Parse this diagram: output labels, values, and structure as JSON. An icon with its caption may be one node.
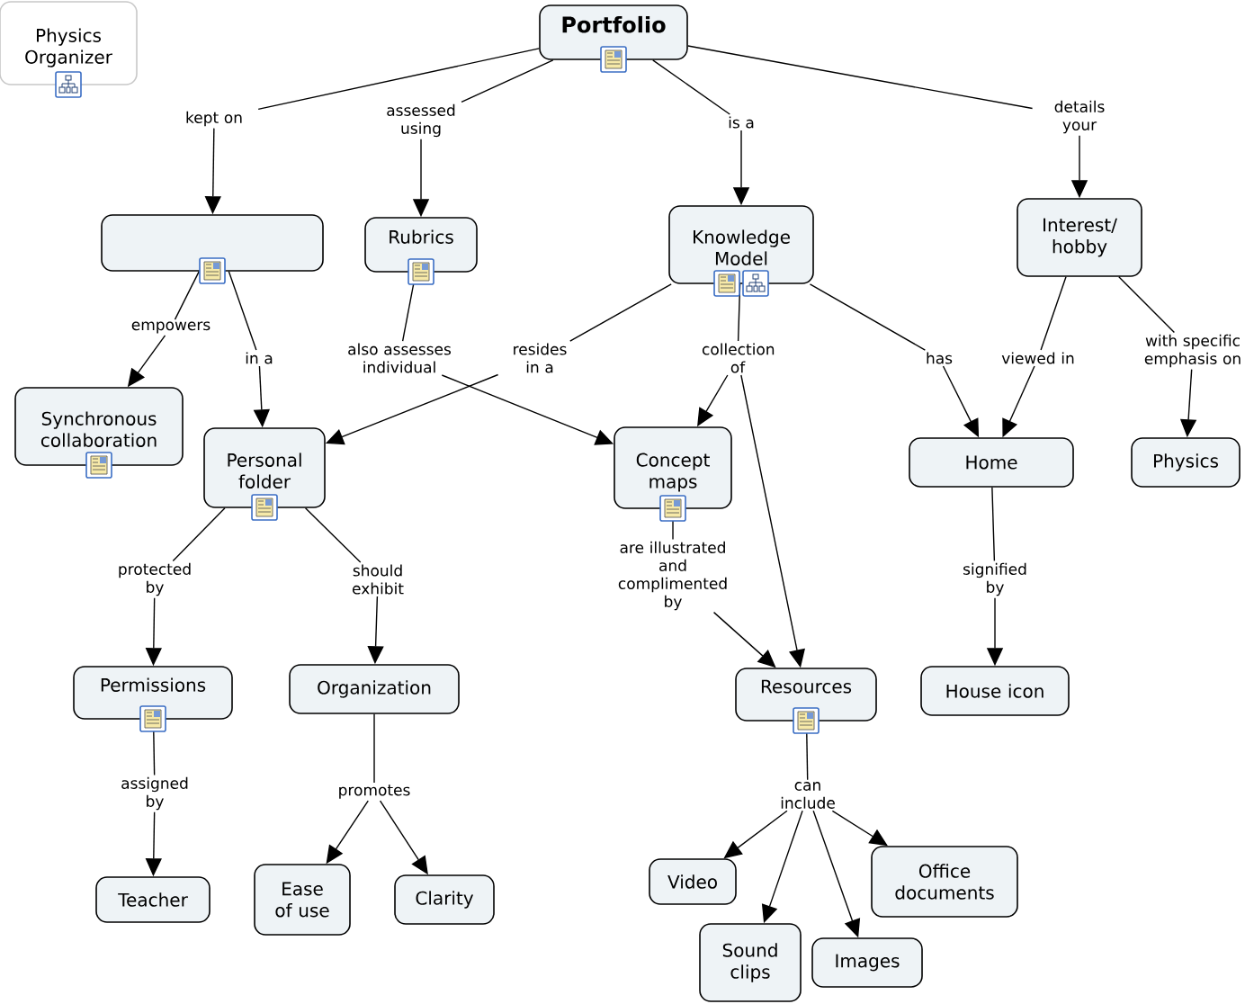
{
  "diagram": {
    "nodes": [
      {
        "text": [
          "Physics Organizer"
        ]
      },
      {
        "text": [
          "Portfolio"
        ]
      },
      {
        "text": [
          "kept on"
        ]
      },
      {
        "text": [
          "assessed using"
        ]
      },
      {
        "text": [
          "is a"
        ]
      },
      {
        "text": [
          "details your"
        ]
      },
      {
        "text": [],
        "shape": "box"
      },
      {
        "text": [
          "Rubrics"
        ]
      },
      {
        "text": [
          "Knowledge Model"
        ]
      },
      {
        "text": [
          "Interest/ hobby"
        ]
      },
      {
        "text": [
          "empowers"
        ]
      },
      {
        "text": [
          "in a"
        ]
      },
      {
        "text": [
          "also assesses individual"
        ]
      },
      {
        "text": [
          "resides in a"
        ]
      },
      {
        "text": [
          "collection of"
        ]
      },
      {
        "text": [
          "has"
        ]
      },
      {
        "text": [
          "viewed in"
        ]
      },
      {
        "text": [
          "with specific emphasis on"
        ]
      },
      {
        "text": [
          "Synchronous collaboration"
        ]
      },
      {
        "text": [
          "Personal folder"
        ]
      },
      {
        "text": [
          "Concept maps"
        ]
      },
      {
        "text": [
          "Home"
        ]
      },
      {
        "text": [
          "Physics"
        ]
      },
      {
        "text": [
          "protected by"
        ]
      },
      {
        "text": [
          "should exhibit"
        ]
      },
      {
        "text": [
          "are illustrated and complimented by"
        ]
      },
      {
        "text": [
          "signified by"
        ]
      },
      {
        "text": [
          "Permissions"
        ]
      },
      {
        "text": [
          "Organization"
        ]
      },
      {
        "text": [
          "Resources"
        ]
      },
      {
        "text": [
          "House icon"
        ]
      },
      {
        "text": [
          "assigned by"
        ]
      },
      {
        "text": [
          "promotes"
        ]
      },
      {
        "text": [
          "can include"
        ]
      },
      {
        "text": [
          "Teacher"
        ]
      },
      {
        "text": [
          "Ease of use"
        ]
      },
      {
        "text": [
          "Clarity"
        ]
      },
      {
        "text": [
          "Video"
        ]
      },
      {
        "text": [
          "Office documents"
        ]
      },
      {
        "text": [
          "Sound clips"
        ]
      },
      {
        "text": [
          "Images"
        ]
      }
    ],
    "edges": [
      {
        "from": 1,
        "to": 2,
        "arrow": "none"
      },
      {
        "from": 2,
        "to": 6,
        "arrow": "to"
      },
      {
        "from": 1,
        "to": 3,
        "arrow": "none"
      },
      {
        "from": 3,
        "to": 7,
        "arrow": "to"
      },
      {
        "from": 1,
        "to": 4,
        "arrow": "none"
      },
      {
        "from": 4,
        "to": 8,
        "arrow": "to"
      },
      {
        "from": 1,
        "to": 5,
        "arrow": "none"
      },
      {
        "from": 5,
        "to": 9,
        "arrow": "to"
      },
      {
        "from": 6,
        "to": 10,
        "arrow": "none"
      },
      {
        "from": 10,
        "to": 18,
        "arrow": "to"
      },
      {
        "from": 6,
        "to": 11,
        "arrow": "none"
      },
      {
        "from": 11,
        "to": 19,
        "arrow": "to"
      },
      {
        "from": 7,
        "to": 12,
        "arrow": "none"
      },
      {
        "from": 12,
        "to": 20,
        "arrow": "to"
      },
      {
        "from": 8,
        "to": 13,
        "arrow": "none"
      },
      {
        "from": 13,
        "to": 19,
        "arrow": "to"
      },
      {
        "from": 8,
        "to": 14,
        "arrow": "none"
      },
      {
        "from": 14,
        "to": 20,
        "arrow": "to"
      },
      {
        "from": 14,
        "to": 29,
        "arrow": "to"
      },
      {
        "from": 8,
        "to": 15,
        "arrow": "none"
      },
      {
        "from": 15,
        "to": 21,
        "arrow": "to"
      },
      {
        "from": 9,
        "to": 16,
        "arrow": "none"
      },
      {
        "from": 16,
        "to": 21,
        "arrow": "to"
      },
      {
        "from": 9,
        "to": 17,
        "arrow": "none"
      },
      {
        "from": 17,
        "to": 22,
        "arrow": "to"
      },
      {
        "from": 19,
        "to": 23,
        "arrow": "none"
      },
      {
        "from": 23,
        "to": 27,
        "arrow": "to"
      },
      {
        "from": 19,
        "to": 24,
        "arrow": "none"
      },
      {
        "from": 24,
        "to": 28,
        "arrow": "to"
      },
      {
        "from": 20,
        "to": 25,
        "arrow": "none"
      },
      {
        "from": 25,
        "to": 29,
        "arrow": "to"
      },
      {
        "from": 21,
        "to": 26,
        "arrow": "none"
      },
      {
        "from": 26,
        "to": 30,
        "arrow": "to"
      },
      {
        "from": 27,
        "to": 31,
        "arrow": "none"
      },
      {
        "from": 31,
        "to": 34,
        "arrow": "to"
      },
      {
        "from": 28,
        "to": 32,
        "arrow": "none"
      },
      {
        "from": 32,
        "to": 35,
        "arrow": "to"
      },
      {
        "from": 32,
        "to": 36,
        "arrow": "to"
      },
      {
        "from": 29,
        "to": 33,
        "arrow": "none"
      },
      {
        "from": 33,
        "to": 37,
        "arrow": "to"
      },
      {
        "from": 33,
        "to": 38,
        "arrow": "to"
      },
      {
        "from": 33,
        "to": 39,
        "arrow": "to"
      },
      {
        "from": 33,
        "to": 40,
        "arrow": "to"
      }
    ]
  }
}
